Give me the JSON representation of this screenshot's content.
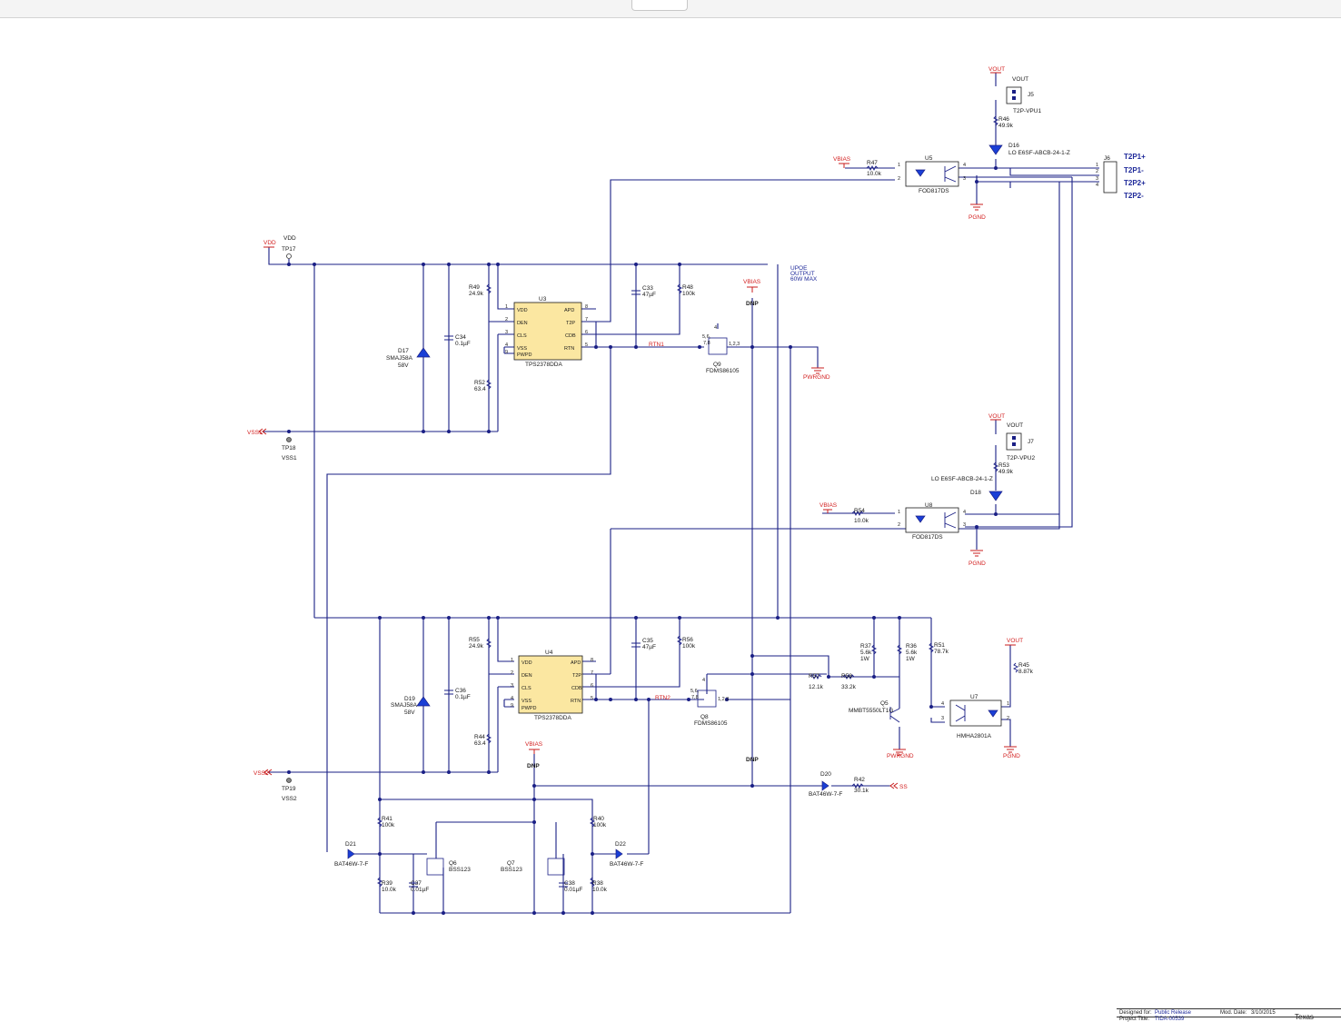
{
  "title_block": {
    "designed_for_label": "Designed for:",
    "designed_for_value": "Public Release",
    "mod_date_label": "Mod. Date:",
    "mod_date_value": "3/10/2015",
    "project_title_label": "Project Title:",
    "project_title_value": "TIDA-00539",
    "logo_text": "Texas"
  },
  "annotation": {
    "line1": "UPOE",
    "line2": "OUTPUT",
    "line3": "60W MAX"
  },
  "nets": {
    "vdd": "VDD",
    "vss1": "VSS1",
    "vss2": "VSS2",
    "vout": "VOUT",
    "vbias": "VBIAS",
    "pgnd": "PGND",
    "pwrgnd": "PWRGND",
    "rtn1": "RTN1",
    "rtn2": "RTN2",
    "ss": "SS"
  },
  "connectors": {
    "j6": {
      "ref": "J6",
      "pins": [
        "1",
        "2",
        "3",
        "4"
      ],
      "labels": [
        "T2P1+",
        "T2P1-",
        "T2P2+",
        "T2P2-"
      ]
    },
    "j5": {
      "ref": "J5",
      "name": "T2P-VPU1"
    },
    "j7": {
      "ref": "J7",
      "name": "T2P-VPU2"
    }
  },
  "test_points": {
    "tp17": "TP17",
    "tp18": "TP18",
    "tp19": "TP19"
  },
  "ics": {
    "u3": {
      "ref": "U3",
      "part": "TPS2378DDA",
      "left_pins": [
        "VDD",
        "DEN",
        "CLS",
        "VSS",
        "PWPD"
      ],
      "right_pins": [
        "APD",
        "T2P",
        "CDB",
        "RTN"
      ],
      "left_nums": [
        "1",
        "2",
        "3",
        "4",
        "9"
      ],
      "right_nums": [
        "8",
        "7",
        "6",
        "5"
      ]
    },
    "u4": {
      "ref": "U4",
      "part": "TPS2378DDA",
      "left_pins": [
        "VDD",
        "DEN",
        "CLS",
        "VSS",
        "PWPD"
      ],
      "right_pins": [
        "APD",
        "T2P",
        "CDB",
        "RTN"
      ],
      "left_nums": [
        "1",
        "2",
        "3",
        "4",
        "9"
      ],
      "right_nums": [
        "8",
        "7",
        "6",
        "5"
      ]
    },
    "u5": {
      "ref": "U5",
      "part": "FOD817DS"
    },
    "u8": {
      "ref": "U8",
      "part": "FOD817DS"
    },
    "u7": {
      "ref": "U7",
      "part": "HMHA2801A"
    }
  },
  "components": {
    "r49": [
      "R49",
      "24.9k"
    ],
    "r52": [
      "R52",
      "63.4"
    ],
    "r48": [
      "R48",
      "100k"
    ],
    "c33": [
      "C33",
      "47µF"
    ],
    "c34": [
      "C34",
      "0.1µF"
    ],
    "d17": [
      "D17",
      "SMAJ58A",
      "58V"
    ],
    "q9": [
      "Q9",
      "FDMS86105"
    ],
    "r55": [
      "R55",
      "24.9k"
    ],
    "r44": [
      "R44",
      "63.4"
    ],
    "r56": [
      "R56",
      "100k"
    ],
    "c35": [
      "C35",
      "47µF"
    ],
    "c36": [
      "C36",
      "0.1µF"
    ],
    "d19": [
      "D19",
      "SMAJ58A",
      "58V"
    ],
    "q8": [
      "Q8",
      "FDMS86105"
    ],
    "r47": [
      "R47",
      "10.0k"
    ],
    "r54": [
      "R54",
      "10.0k"
    ],
    "r46": [
      "R46",
      "49.9k"
    ],
    "r53": [
      "R53",
      "49.9k"
    ],
    "d16": [
      "D16",
      "LO E6SF-ABCB-24-1-Z"
    ],
    "d18": [
      "D18",
      "LO E6SF-ABCB-24-1-Z"
    ],
    "r37": [
      "R37",
      "5.6k",
      "1W"
    ],
    "r36": [
      "R36",
      "5.6k",
      "1W"
    ],
    "r51": [
      "R51",
      "78.7k"
    ],
    "r45": [
      "R45",
      "8.87k"
    ],
    "q5": [
      "Q5",
      "MMBT5550LT1G"
    ],
    "r57": [
      "R57",
      "12.1k"
    ],
    "r58": [
      "R58",
      "33.2k"
    ],
    "d20": [
      "D20",
      "BAT46W-7-F"
    ],
    "r42": [
      "R42",
      "30.1k"
    ],
    "r41": [
      "R41",
      "100k"
    ],
    "r39": [
      "R39",
      "10.0k"
    ],
    "c37": [
      "C37",
      "0.01µF"
    ],
    "q6": [
      "Q6",
      "BSS123"
    ],
    "d21": [
      "D21",
      "BAT46W-7-F"
    ],
    "q7": [
      "Q7",
      "BSS123"
    ],
    "c38": [
      "C38",
      "0.01µF"
    ],
    "r40": [
      "R40",
      "100k"
    ],
    "r38": [
      "R38",
      "10.0k"
    ],
    "d22": [
      "D22",
      "BAT46W-7-F"
    ]
  },
  "pin_labels": {
    "q_drain": "5,6,",
    "q_drain2": "7,8",
    "q_source": "1,2,3",
    "q_gate": "4"
  },
  "dnp": "DNP"
}
